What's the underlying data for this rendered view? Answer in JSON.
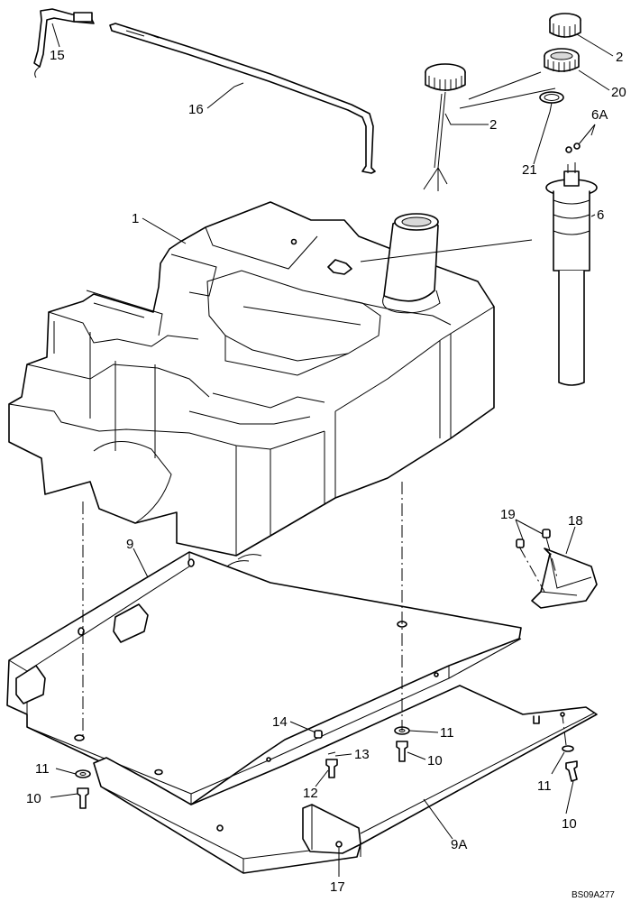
{
  "diagram": {
    "reference_code": "BS09A277",
    "callouts": [
      {
        "id": "c15",
        "text": "15"
      },
      {
        "id": "c16",
        "text": "16"
      },
      {
        "id": "c2a",
        "text": "2"
      },
      {
        "id": "c2b",
        "text": "2"
      },
      {
        "id": "c20",
        "text": "20"
      },
      {
        "id": "c21",
        "text": "21"
      },
      {
        "id": "c6a",
        "text": "6A"
      },
      {
        "id": "c6",
        "text": "6"
      },
      {
        "id": "c1",
        "text": "1"
      },
      {
        "id": "c9",
        "text": "9"
      },
      {
        "id": "c19",
        "text": "19"
      },
      {
        "id": "c18",
        "text": "18"
      },
      {
        "id": "c14",
        "text": "14"
      },
      {
        "id": "c11a",
        "text": "11"
      },
      {
        "id": "c10a",
        "text": "10"
      },
      {
        "id": "c13",
        "text": "13"
      },
      {
        "id": "c12",
        "text": "12"
      },
      {
        "id": "c11b",
        "text": "11"
      },
      {
        "id": "c10b",
        "text": "10"
      },
      {
        "id": "c11c",
        "text": "11"
      },
      {
        "id": "c10c",
        "text": "10"
      },
      {
        "id": "c9a",
        "text": "9A"
      },
      {
        "id": "c17",
        "text": "17"
      }
    ]
  }
}
